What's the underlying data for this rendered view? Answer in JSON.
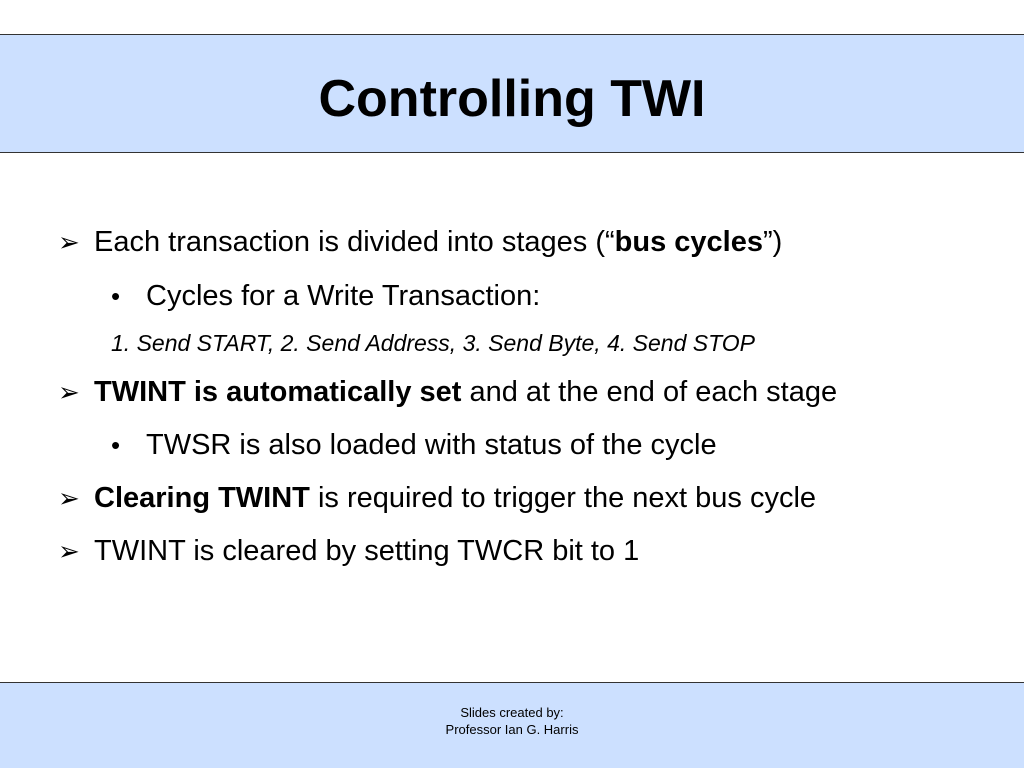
{
  "title": "Controlling TWI",
  "bullets": {
    "b1": {
      "marker": "➢",
      "text_a": "Each transaction is divided into stages (“",
      "text_bold": "bus cycles",
      "text_b": "”)"
    },
    "b1_sub1": {
      "marker": "•",
      "text": "Cycles for a Write Transaction:"
    },
    "b1_numbered": "1. Send START, 2. Send Address, 3. Send Byte, 4. Send STOP",
    "b2": {
      "marker": "➢",
      "text_bold": "TWINT is automatically set",
      "text_rest": " and at the end of each stage"
    },
    "b2_sub1": {
      "marker": "•",
      "text": "TWSR is also loaded with status of the cycle"
    },
    "b3": {
      "marker": "➢",
      "text_bold": "Clearing TWINT",
      "text_rest": " is required to trigger the next bus cycle"
    },
    "b4": {
      "marker": "➢",
      "text": "TWINT is cleared by setting TWCR bit to 1"
    }
  },
  "footer": {
    "line1": "Slides created by:",
    "line2": "Professor Ian G. Harris"
  },
  "colors": {
    "band": "#cce0ff",
    "rule": "#333333",
    "text": "#000000"
  }
}
